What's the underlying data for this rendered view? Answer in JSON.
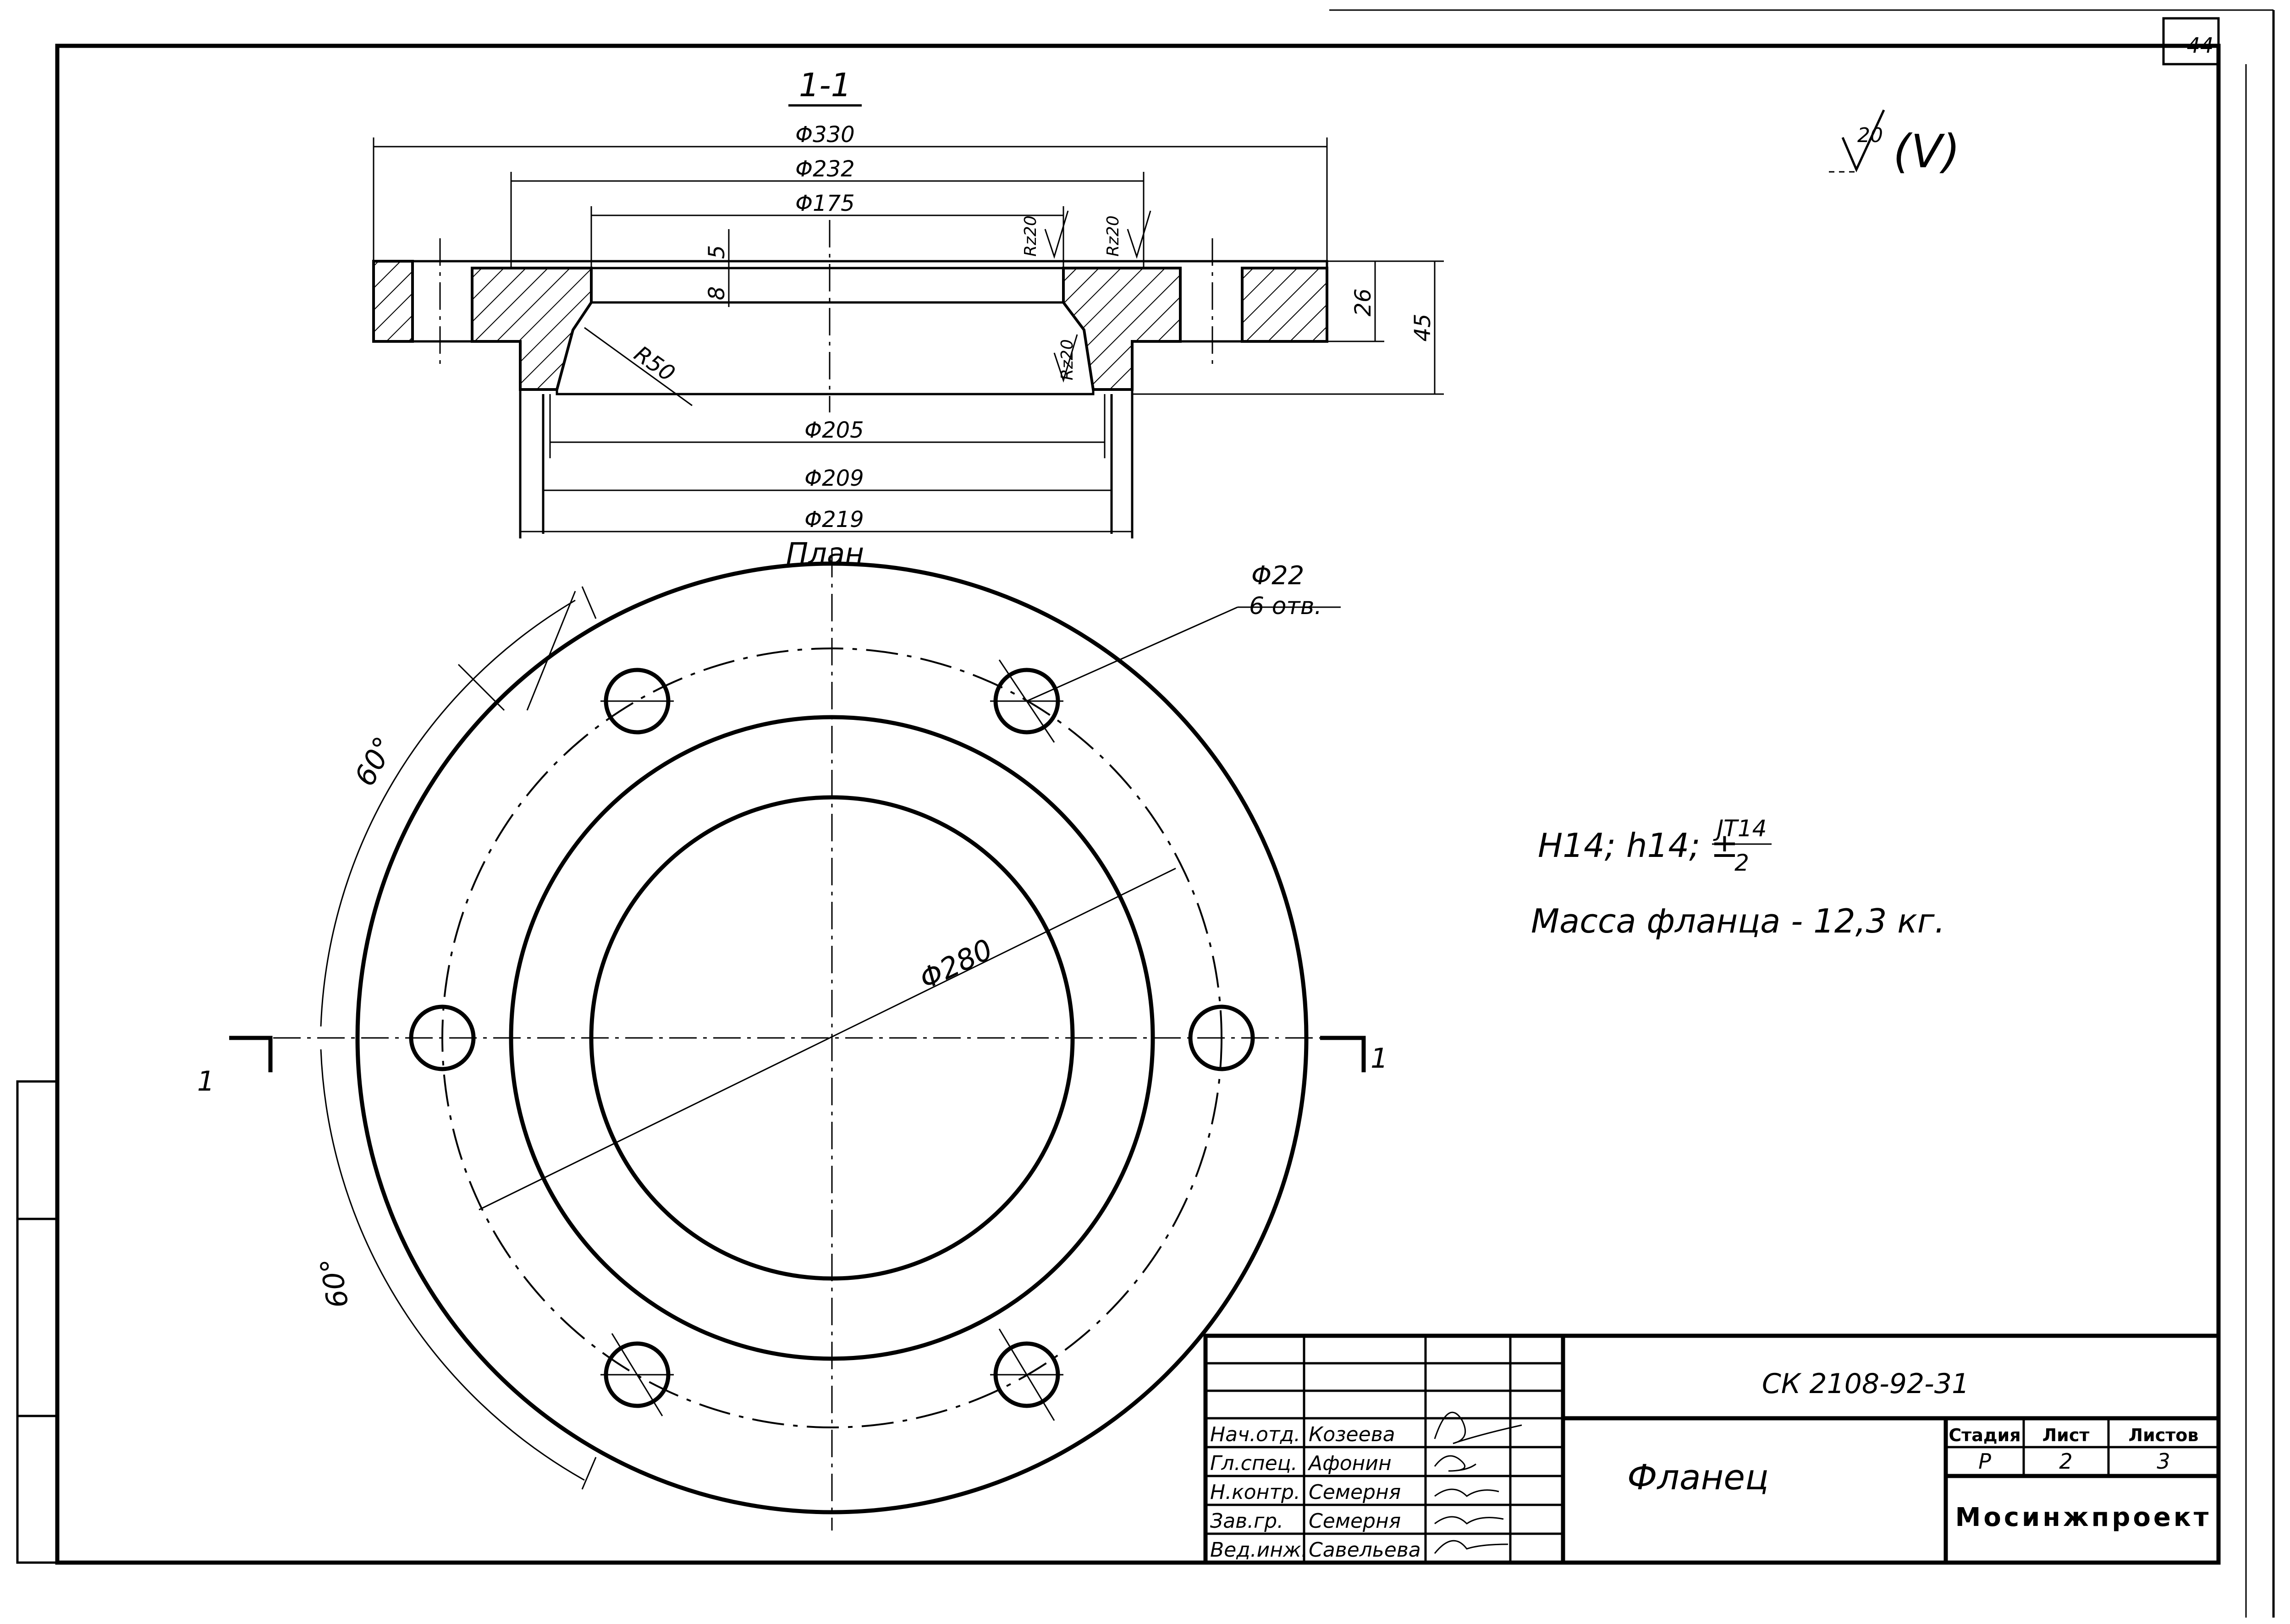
{
  "sheet": {
    "page_number": "44",
    "roughness": {
      "value": "20",
      "note": "(V)"
    }
  },
  "section": {
    "label": "1-1",
    "dims": {
      "d330": "Φ330",
      "d232": "Φ232",
      "d175": "Φ175",
      "d205": "Φ205",
      "d209": "Φ209",
      "d219": "Φ219",
      "h5": "5",
      "h8": "8",
      "h26": "26",
      "h45": "45",
      "r50": "R50",
      "rz20a": "Rz20",
      "rz20b": "Rz20",
      "rz20c": "Rz20"
    }
  },
  "plan": {
    "label": "План",
    "holes_dia": "Φ22",
    "holes_count": "6 отв.",
    "bolt_circle": "Φ280",
    "angle_top": "60°",
    "angle_bottom": "60°",
    "cut_mark_left": "1",
    "cut_mark_right": "1"
  },
  "notes": {
    "tolerance_prefix": "H14; h14; ±",
    "tolerance_num": "JT14",
    "tolerance_den": "2",
    "mass": "Масса фланца - 12,3 кг."
  },
  "title_block": {
    "doc_code": "СК 2108-92-31",
    "item_name": "Фланец",
    "organization": "Мосинжпроект",
    "headers": {
      "stage": "Стадия",
      "sheet": "Лист",
      "sheets": "Листов"
    },
    "values": {
      "stage": "Р",
      "sheet": "2",
      "sheets": "3"
    },
    "staff": [
      {
        "role": "Нач.отд.",
        "name": "Козеева"
      },
      {
        "role": "Гл.спец.",
        "name": "Афонин"
      },
      {
        "role": "Н.контр.",
        "name": "Семерня"
      },
      {
        "role": "Зав.гр.",
        "name": "Семерня"
      },
      {
        "role": "Вед.инж.",
        "name": "Савельева"
      }
    ]
  }
}
